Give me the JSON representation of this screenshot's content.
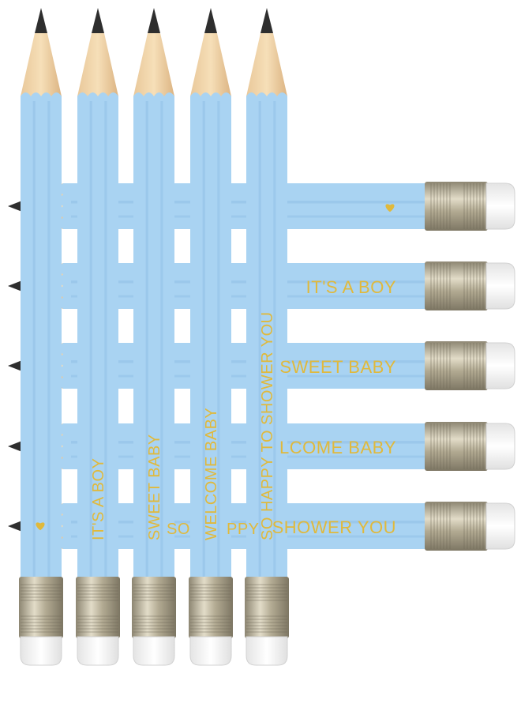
{
  "product": {
    "pencil_color": "#a9d3f2",
    "pencil_shade": "#8fc0e6",
    "pencil_highlight": "#c5e3f8",
    "gold_color": "#e0b93c",
    "eraser_color": "#ffffff",
    "ferrule_color": "#b9b19a",
    "heart_icon": "heart-icon"
  },
  "vertical_pencils": [
    {
      "text": ""
    },
    {
      "text": "IT'S A BOY"
    },
    {
      "text": "SWEET BABY"
    },
    {
      "text": "WELCOME BABY"
    },
    {
      "text": "SO HAPPY TO SHOWER YOU"
    }
  ],
  "horizontal_pencils": [
    {
      "text": ""
    },
    {
      "text": "IT'S A BOY"
    },
    {
      "text": "SWEET BABY"
    },
    {
      "text": "LCOME BABY"
    },
    {
      "text": "SHOWER YOU"
    }
  ],
  "fragments": {
    "so": "SO",
    "ppy": "PPY"
  }
}
